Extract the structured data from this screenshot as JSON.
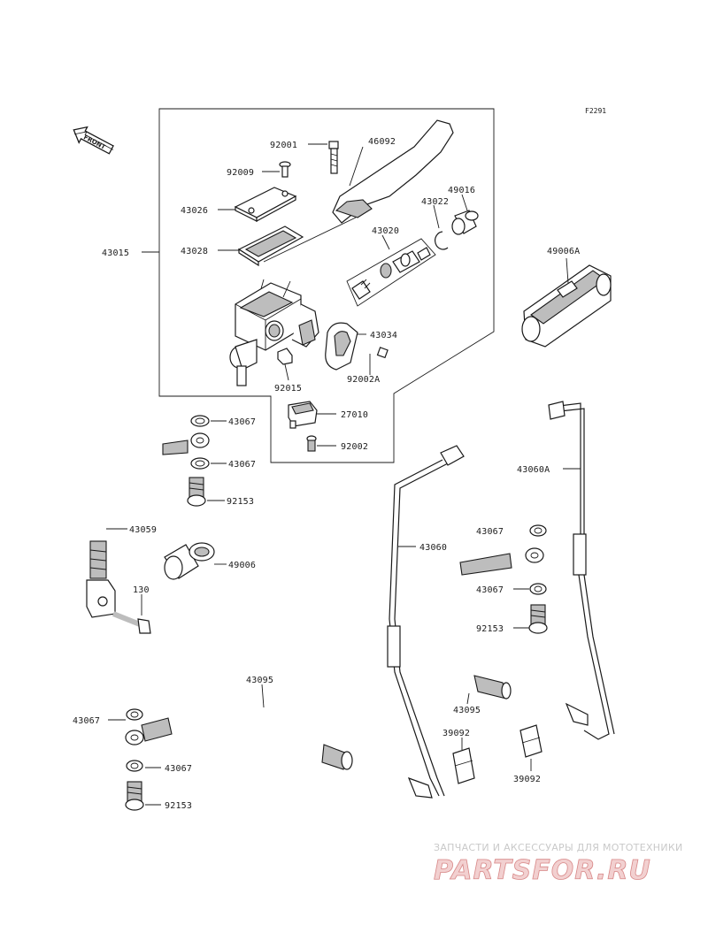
{
  "figure_code": "F2291",
  "front_arrow_label": "FRONT",
  "labels": {
    "p92001": "92001",
    "p46092": "46092",
    "p92009": "92009",
    "p43026": "43026",
    "p43022": "43022",
    "p49016": "49016",
    "p43020": "43020",
    "p43015": "43015",
    "p43028": "43028",
    "p49006A": "49006A",
    "p43034": "43034",
    "p92015": "92015",
    "p92002A": "92002A",
    "p27010": "27010",
    "p92002": "92002",
    "p43067_a": "43067",
    "p43067_b": "43067",
    "p92153_a": "92153",
    "p43059": "43059",
    "p49006": "49006",
    "p130": "130",
    "p43060A": "43060A",
    "p43060": "43060",
    "p43067_c": "43067",
    "p43067_d": "43067",
    "p92153_b": "92153",
    "p43095_a": "43095",
    "p43095_b": "43095",
    "p43067_e": "43067",
    "p43067_f": "43067",
    "p92153_c": "92153",
    "p39092_a": "39092",
    "p39092_b": "39092"
  },
  "watermark": {
    "tagline": "ЗАПЧАСТИ И АКСЕССУАРЫ ДЛЯ МОТОТЕХНИКИ",
    "logo": "PARTSFOR.RU"
  }
}
